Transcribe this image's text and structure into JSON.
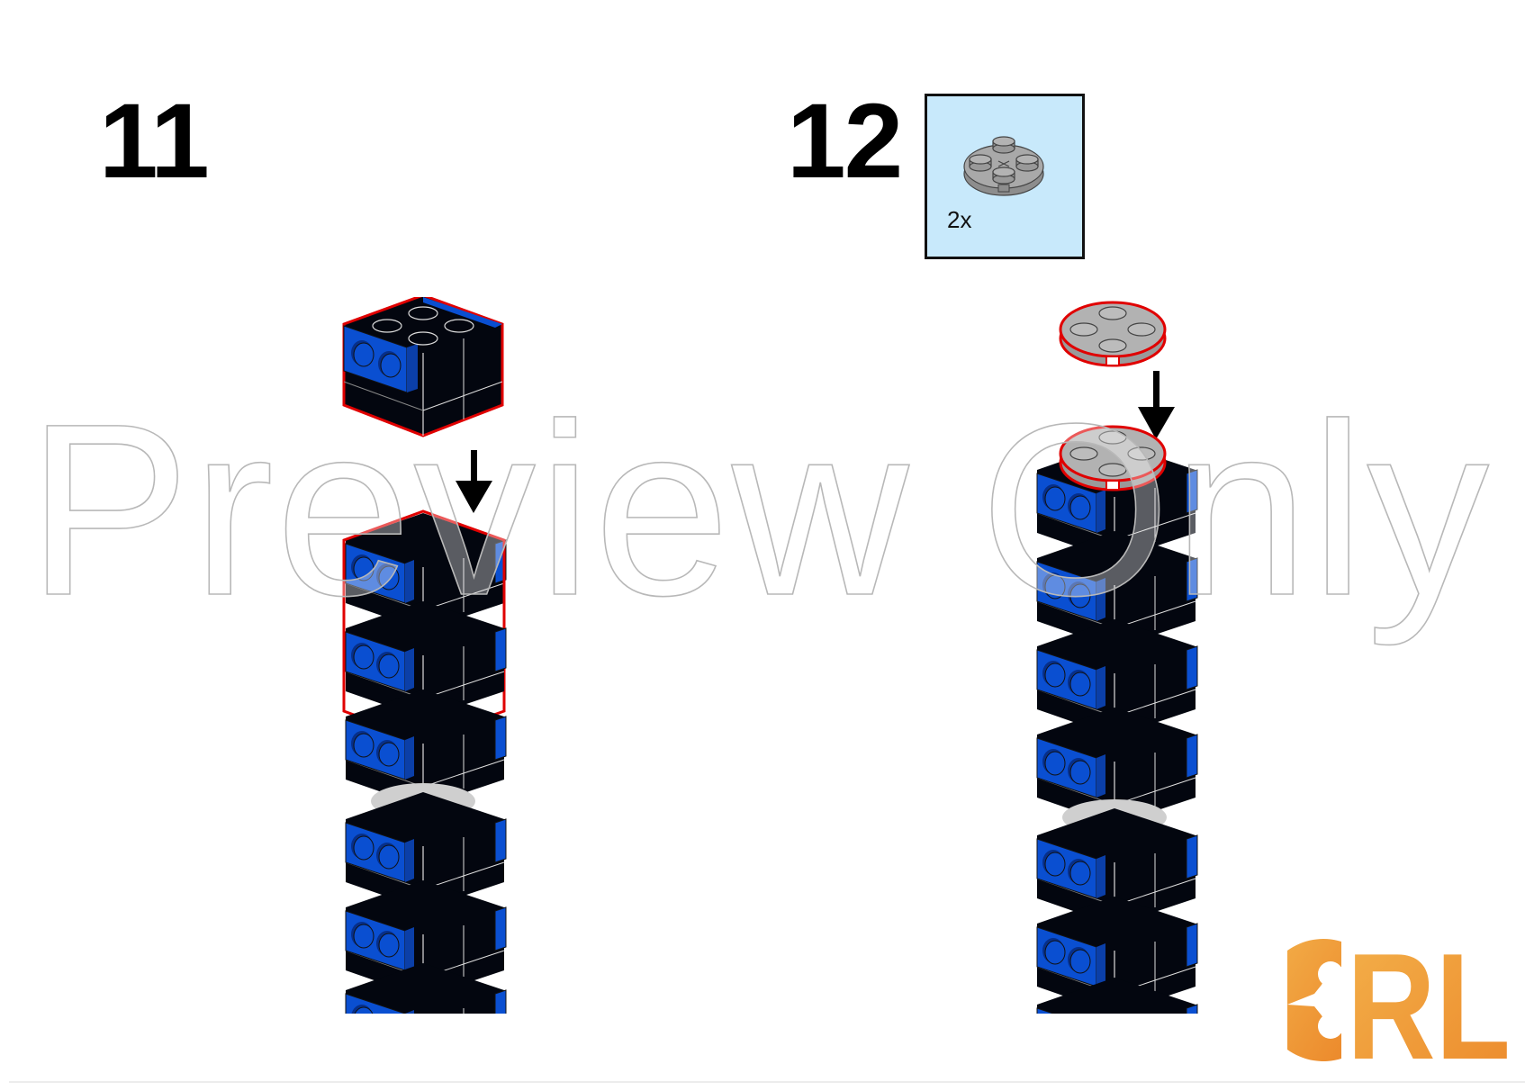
{
  "page": {
    "type": "building-instructions",
    "background": "#ffffff"
  },
  "steps": [
    {
      "number": "11",
      "parts_list": null,
      "illustration": {
        "description": "Blue and black 2x2 brick assembly being placed onto tower of alternating blue/black bricks",
        "arrow": "down"
      }
    },
    {
      "number": "12",
      "parts_list": {
        "items": [
          {
            "part": "round plate 2x2 light gray",
            "quantity": "2x"
          }
        ],
        "background": "#c8e9fb"
      },
      "illustration": {
        "description": "Light gray 2x2 round plate placed on top of tower",
        "arrow": "down"
      }
    }
  ],
  "watermark": {
    "text": "Preview Only"
  },
  "logo": {
    "text": "RL",
    "color": "#f0a13a"
  },
  "colors": {
    "brick_blue": "#0a4fd1",
    "brick_black": "#03060f",
    "plate_gray": "#a9a9a9",
    "highlight_red": "#e00000"
  }
}
